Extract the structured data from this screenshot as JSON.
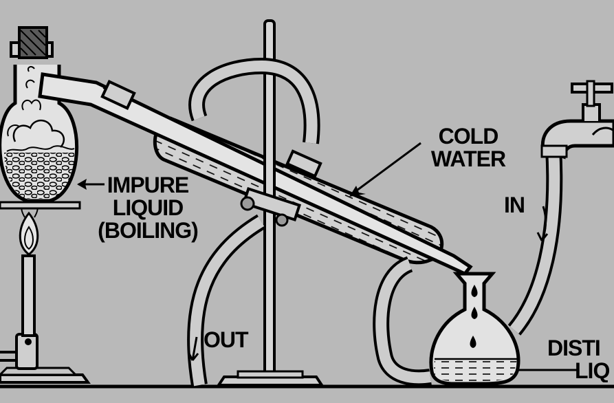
{
  "labels": {
    "impure_liquid": {
      "line1": "IMPURE",
      "line2": "LIQUID",
      "line3": "(BOILING)"
    },
    "cold_water": {
      "line1": "COLD",
      "line2": "WATER"
    },
    "in": "IN",
    "out": "OUT",
    "distilled_liquid": {
      "line1": "DISTI",
      "line2": "LIQ"
    }
  },
  "colors": {
    "background": "#b9b9b9",
    "ink": "#000000",
    "glass": "#d9d9d9",
    "water_fill": "#c8c8c8"
  }
}
